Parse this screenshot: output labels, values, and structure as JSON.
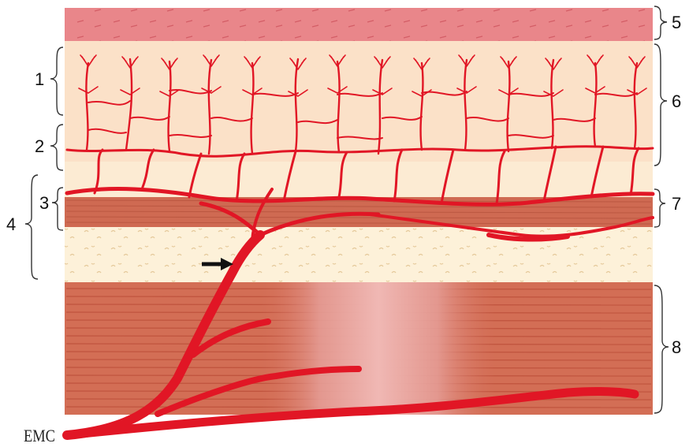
{
  "figure": {
    "labels": [
      "1",
      "2",
      "3",
      "4",
      "5",
      "6",
      "7",
      "8"
    ],
    "logo": "EMC"
  },
  "colors": {
    "epidermis": "#e9868a",
    "dermis": "#fbe1c8",
    "fat": "#fdf1d9",
    "muscle": "#d2674a",
    "muscle_band": "#c65741",
    "vessel": "#e11625",
    "arrow": "#111111"
  }
}
